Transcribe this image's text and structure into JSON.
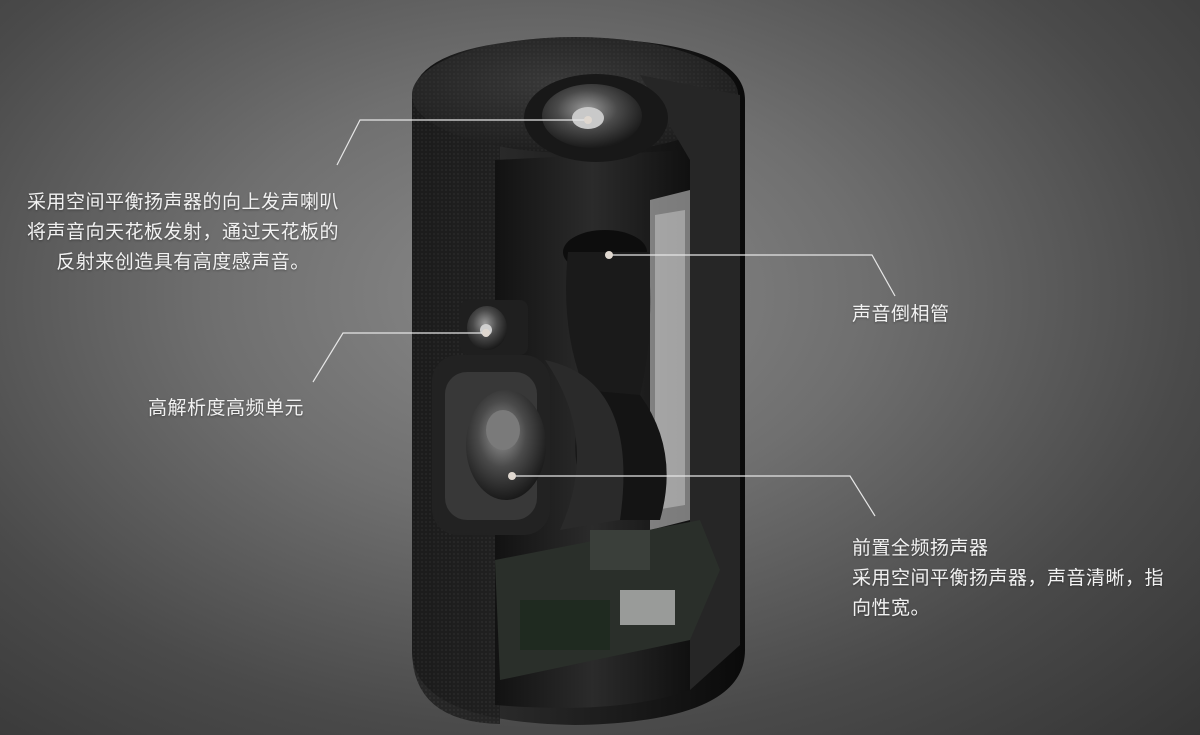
{
  "colors": {
    "background_center": "#8a8a8a",
    "background_edge": "#353535",
    "speaker_body": "#1a1a1a",
    "callout_text": "#f2f2f2",
    "leader_line": "#e6e6e6"
  },
  "callouts": {
    "upfiring_speaker": {
      "lines": [
        "采用空间平衡扬声器的向上发声喇叭",
        "将声音向天花板发射，通过天花板的",
        "反射来创造具有高度感声音。"
      ]
    },
    "sound_inversion_tube": {
      "lines": [
        "声音倒相管"
      ]
    },
    "tweeter": {
      "lines": [
        "高解析度高频单元"
      ]
    },
    "front_fullrange": {
      "lines": [
        "前置全频扬声器",
        "采用空间平衡扬声器，声音清晰，指",
        "向性宽。"
      ]
    }
  },
  "icons": [
    "upfiring-driver-icon",
    "tweeter-icon",
    "fullrange-driver-icon",
    "tube-port-icon"
  ]
}
